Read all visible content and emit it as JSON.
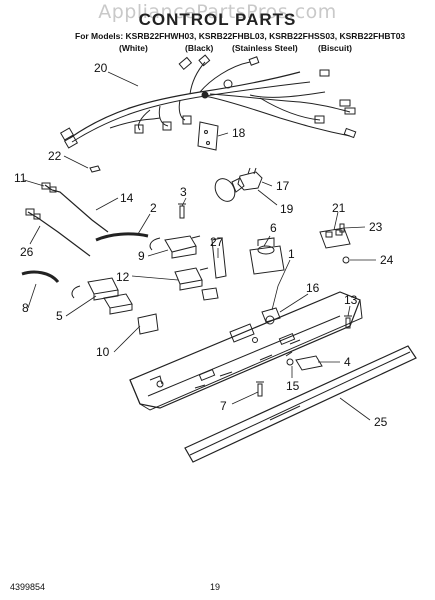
{
  "watermark": "AppliancePartsPros.com",
  "title": "CONTROL PARTS",
  "models_line": "For Models: KSRB22FHWH03, KSRB22FHBL03, KSRB22FHSS03, KSRB22FHBT03",
  "model_colors": [
    "(White)",
    "(Black)",
    "(Stainless Steel)",
    "(Biscuit)"
  ],
  "callouts": [
    "20",
    "18",
    "22",
    "17",
    "11",
    "3",
    "14",
    "2",
    "21",
    "23",
    "19",
    "6",
    "26",
    "27",
    "9",
    "24",
    "1",
    "12",
    "16",
    "8",
    "13",
    "5",
    "10",
    "4",
    "15",
    "7",
    "25"
  ],
  "footer": {
    "doc_number": "4399854",
    "page_number": "19"
  }
}
